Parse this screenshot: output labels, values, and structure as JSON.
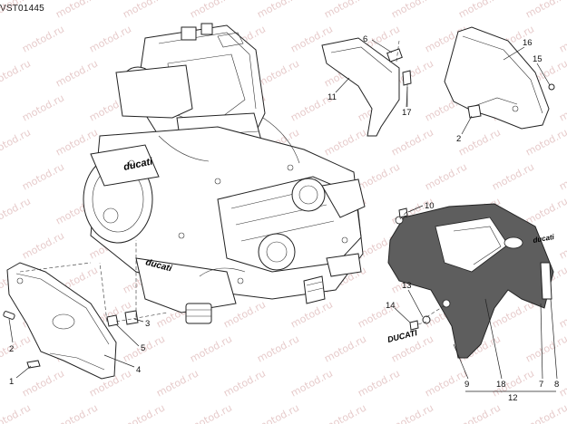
{
  "drawing_code": "VST01445",
  "watermark": "motod.ru",
  "callouts": [
    {
      "id": "1",
      "label": "1"
    },
    {
      "id": "2a",
      "label": "2"
    },
    {
      "id": "2b",
      "label": "2"
    },
    {
      "id": "3",
      "label": "3"
    },
    {
      "id": "4",
      "label": "4"
    },
    {
      "id": "5",
      "label": "5"
    },
    {
      "id": "6",
      "label": "6"
    },
    {
      "id": "7",
      "label": "7"
    },
    {
      "id": "8",
      "label": "8"
    },
    {
      "id": "9",
      "label": "9"
    },
    {
      "id": "10",
      "label": "10"
    },
    {
      "id": "11",
      "label": "11"
    },
    {
      "id": "12",
      "label": "12"
    },
    {
      "id": "13",
      "label": "13"
    },
    {
      "id": "14",
      "label": "14"
    },
    {
      "id": "15",
      "label": "15"
    },
    {
      "id": "16",
      "label": "16"
    },
    {
      "id": "17",
      "label": "17"
    },
    {
      "id": "18",
      "label": "18"
    }
  ],
  "logos": {
    "engine_cover": "ducati",
    "engine_case": "ducati",
    "sticker_left": "DUCATI",
    "sticker_right": "ducati"
  },
  "colors": {
    "line": "#222222",
    "panel_dark": "#5e5e5e",
    "watermark": "#c98c8c"
  }
}
